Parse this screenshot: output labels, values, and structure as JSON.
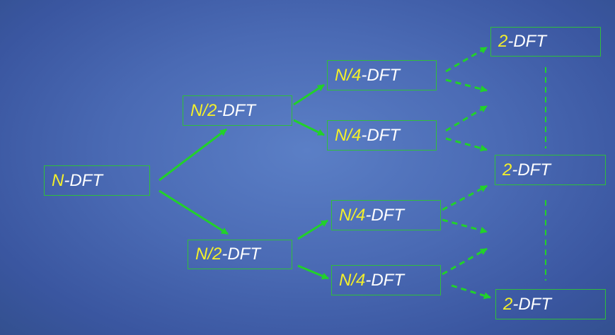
{
  "colors": {
    "background": "#4a6ab4",
    "edge": "#22d12a",
    "box_border": "#2fbf3a",
    "highlight": "#f4f02a",
    "text": "#ffffff"
  },
  "nodes": {
    "n": {
      "prefix": "N",
      "suffix": "-DFT"
    },
    "n2_top": {
      "prefix": "N/2",
      "suffix": "-DFT"
    },
    "n2_bot": {
      "prefix": "N/2",
      "suffix": "-DFT"
    },
    "n4_1": {
      "prefix": "N/4",
      "suffix": "-DFT"
    },
    "n4_2": {
      "prefix": "N/4",
      "suffix": "-DFT"
    },
    "n4_3": {
      "prefix": "N/4",
      "suffix": "-DFT"
    },
    "n4_4": {
      "prefix": "N/4",
      "suffix": "-DFT"
    },
    "d2_1": {
      "prefix": "2",
      "suffix": "-DFT"
    },
    "d2_2": {
      "prefix": "2",
      "suffix": "-DFT"
    },
    "d2_3": {
      "prefix": "2",
      "suffix": "-DFT"
    }
  }
}
